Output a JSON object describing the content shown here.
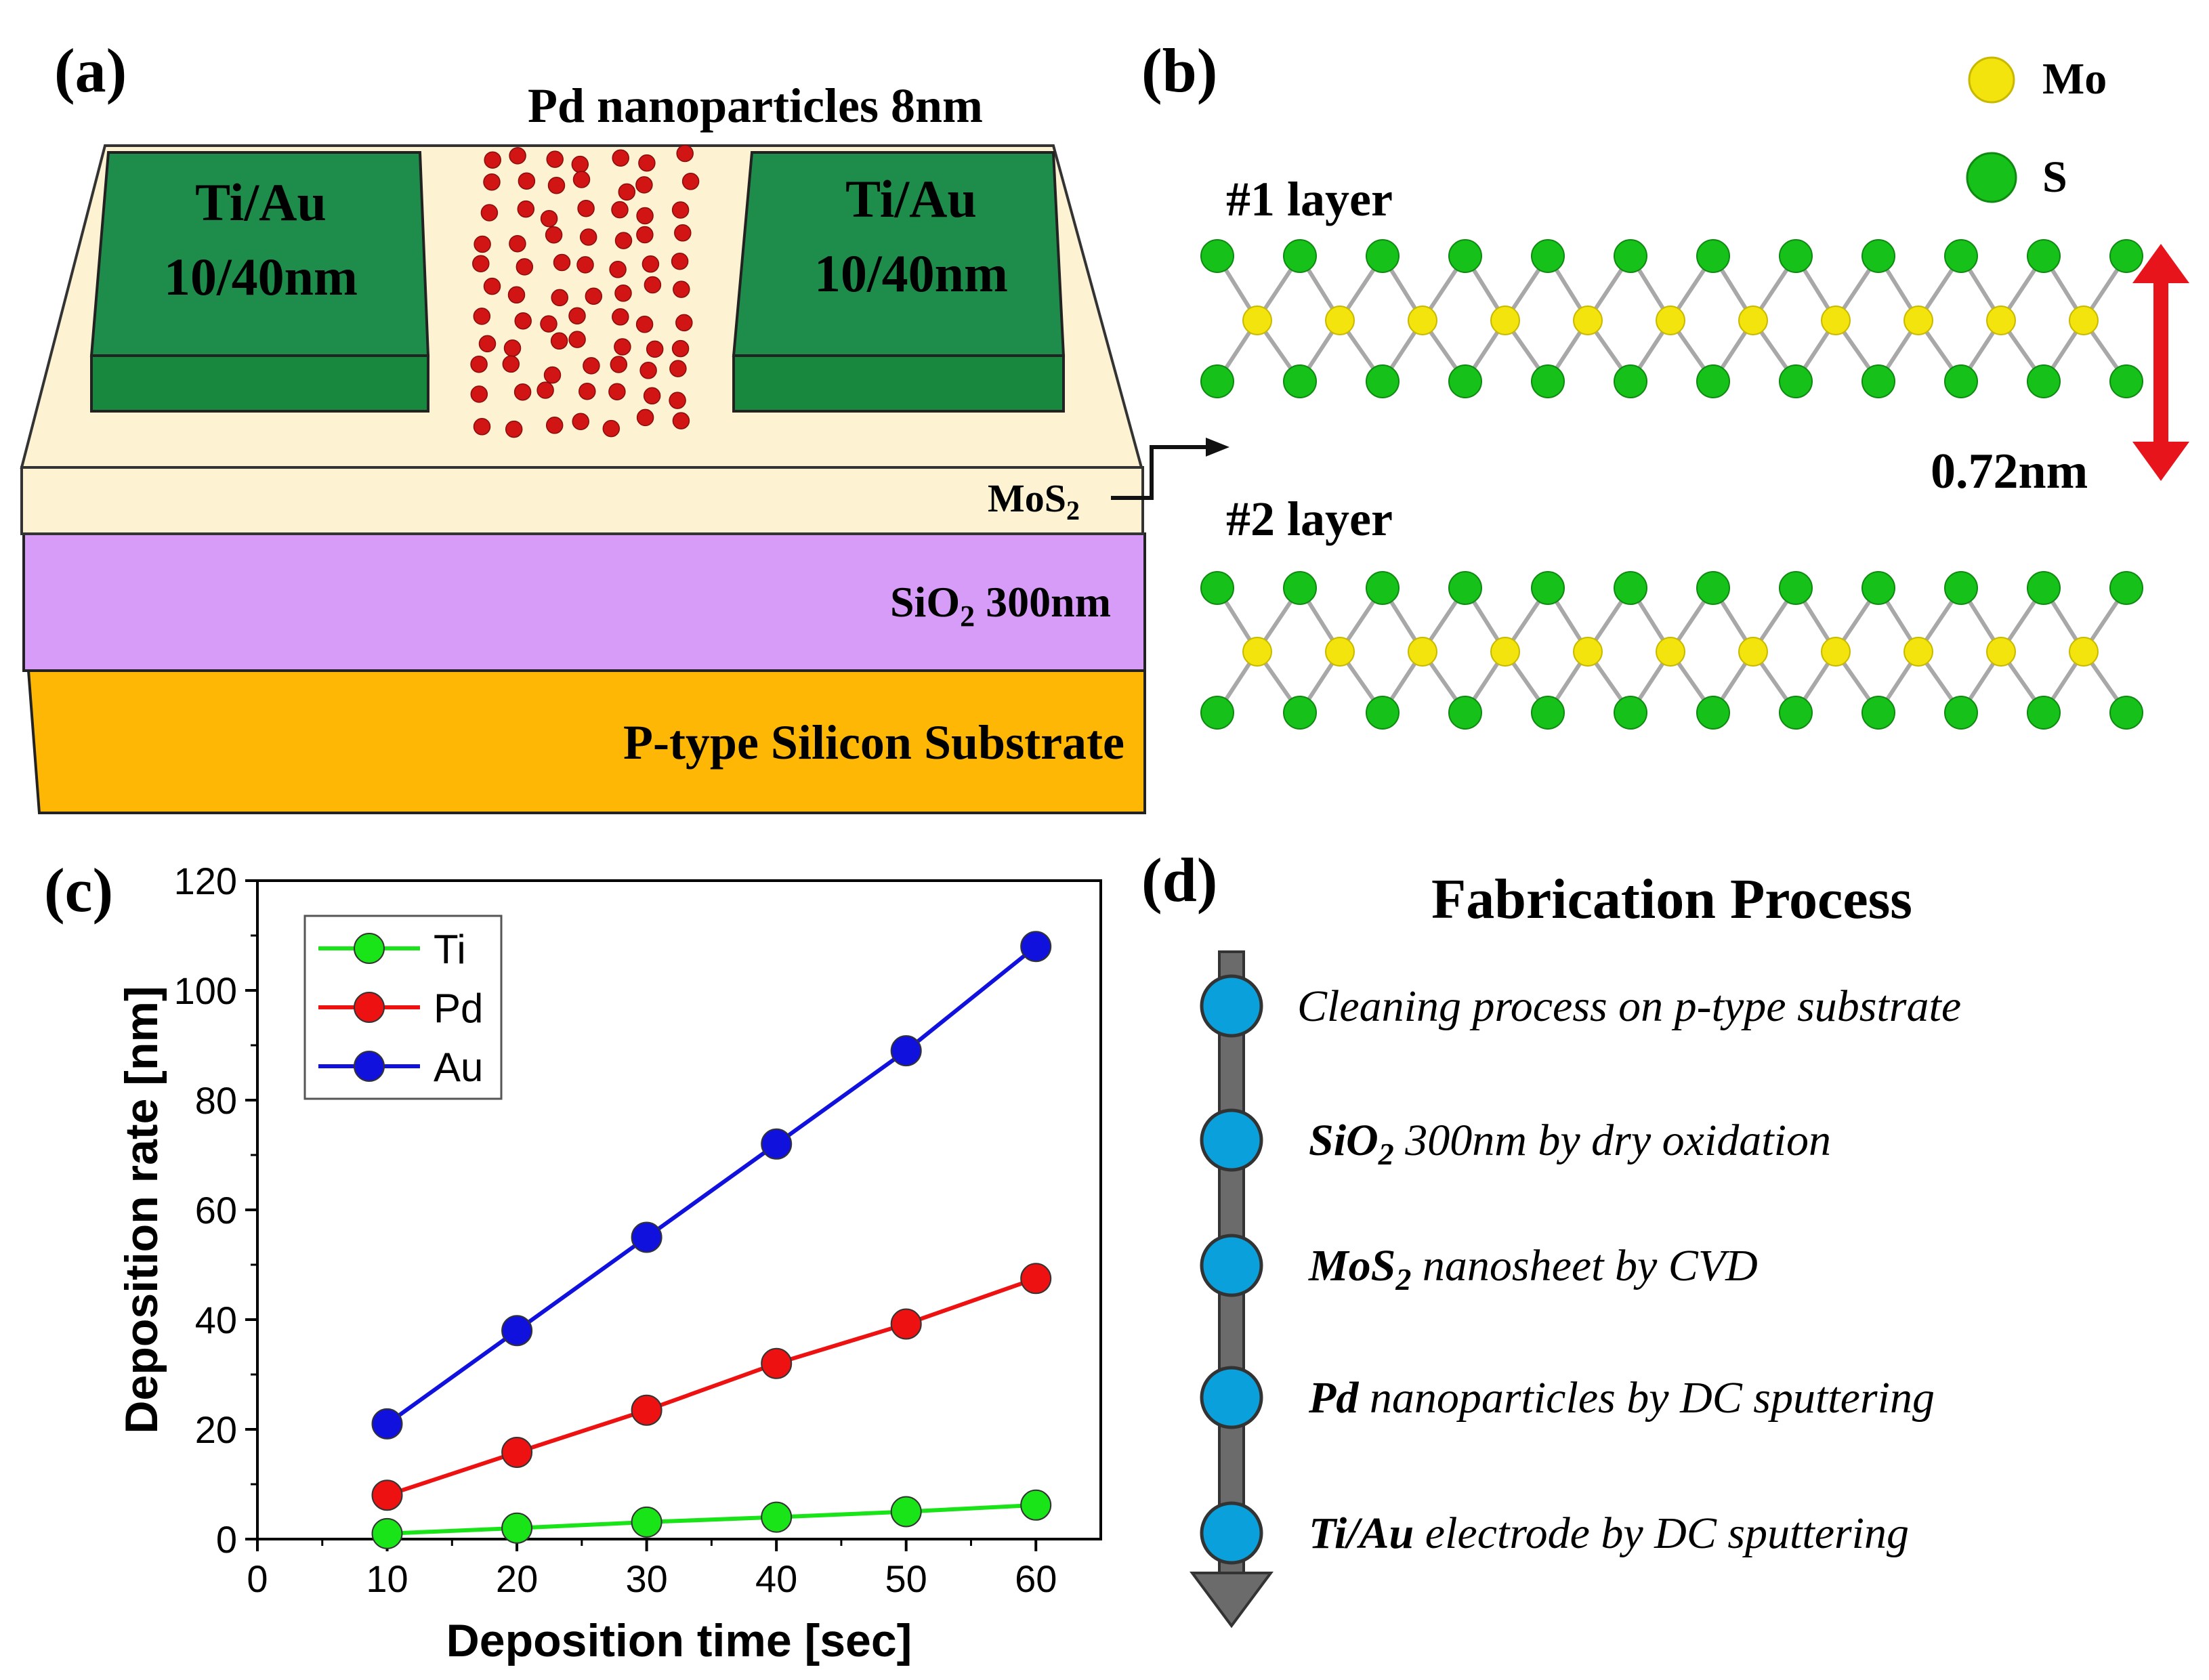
{
  "panel_a": {
    "label": "(a)",
    "pd_title": "Pd nanoparticles 8nm",
    "electrode_left_line1": "Ti/Au",
    "electrode_left_line2": "10/40nm",
    "electrode_right_line1": "Ti/Au",
    "electrode_right_line2": "10/40nm",
    "mos2_label": "MoS",
    "mos2_sub": "2",
    "sio2_label": "SiO",
    "sio2_sub": "2",
    "sio2_suffix": " 300nm",
    "substrate_label": "P-type Silicon Substrate",
    "colors": {
      "mos2": "#fdf3d3",
      "sio2": "#d79cf8",
      "substrate": "#ffb705",
      "electrode_top": "#1e8c4a",
      "electrode_front": "#18883e",
      "nanoparticle": "#d11414"
    }
  },
  "panel_b": {
    "label": "(b)",
    "legend_mo": "Mo",
    "legend_s": "S",
    "layer1_label": "#1 layer",
    "layer2_label": "#2 layer",
    "thickness_label": "0.72nm",
    "colors": {
      "mo": "#f2e40c",
      "s": "#16c21a",
      "bond": "#a8a8a8",
      "arrow": "#e8141c"
    }
  },
  "panel_c": {
    "label": "(c)",
    "chart_data": {
      "type": "line",
      "x": [
        10,
        20,
        30,
        40,
        50,
        60
      ],
      "series": [
        {
          "name": "Ti",
          "values": [
            1.0,
            2.0,
            3.1,
            4.0,
            5.0,
            6.2
          ],
          "color": "#18e418"
        },
        {
          "name": "Pd",
          "values": [
            8,
            15.8,
            23.5,
            32,
            39.2,
            47.5
          ],
          "color": "#ee1111"
        },
        {
          "name": "Au",
          "values": [
            21,
            38,
            55,
            72,
            89,
            108
          ],
          "color": "#1111dd"
        }
      ],
      "xlabel": "Deposition time [sec]",
      "ylabel": "Deposition rate [nm]",
      "xlim": [
        0,
        65
      ],
      "ylim": [
        0,
        120
      ],
      "xticks": [
        0,
        10,
        20,
        30,
        40,
        50,
        60
      ],
      "yticks": [
        0,
        20,
        40,
        60,
        80,
        100,
        120
      ],
      "legend_position": "top-left",
      "grid": false
    }
  },
  "panel_d": {
    "label": "(d)",
    "title": "Fabrication Process",
    "steps": [
      {
        "bold": "",
        "sub": "",
        "text": "Cleaning process on p-type substrate"
      },
      {
        "bold": "SiO",
        "sub": "2",
        "text": " 300nm by dry oxidation"
      },
      {
        "bold": "MoS",
        "sub": "2",
        "text": " nanosheet by CVD"
      },
      {
        "bold": "Pd",
        "sub": "",
        "text": " nanoparticles by DC sputtering"
      },
      {
        "bold": "Ti/Au",
        "sub": "",
        "text": " electrode by DC sputtering"
      }
    ],
    "colors": {
      "node": "#0aa0dc",
      "arrow": "#6b6b6b"
    }
  }
}
